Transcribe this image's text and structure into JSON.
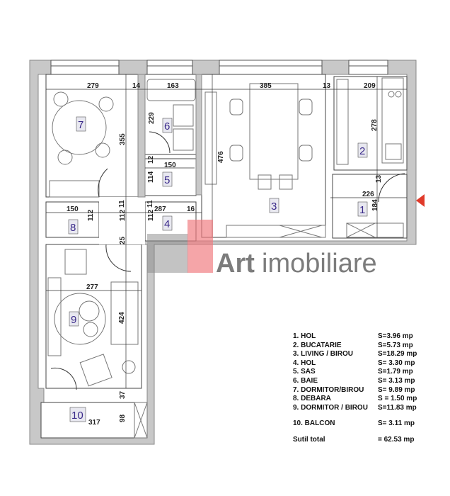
{
  "rooms": [
    {
      "num": "1",
      "name": "HOL",
      "area": "S=3.96 mp"
    },
    {
      "num": "2",
      "name": "BUCATARIE",
      "area": "S=5.73 mp"
    },
    {
      "num": "3",
      "name": "LIVING / BIROU",
      "area": "S=18.29 mp"
    },
    {
      "num": "4",
      "name": "HOL",
      "area": "S= 3.30 mp"
    },
    {
      "num": "5",
      "name": "SAS",
      "area": "S=1.79 mp"
    },
    {
      "num": "6",
      "name": "BAIE",
      "area": "S= 3.13 mp"
    },
    {
      "num": "7",
      "name": "DORMITOR/BIROU",
      "area": "S= 9.89 mp"
    },
    {
      "num": "8",
      "name": "DEBARA",
      "area": "S = 1.50 mp"
    },
    {
      "num": "9",
      "name": "DORMITOR / BIROU",
      "area": "S=11.83 mp"
    },
    {
      "num": "10",
      "name": "BALCON",
      "area": "S= 3.11 mp"
    }
  ],
  "legend": {
    "items": [
      "1. HOL",
      "2. BUCATARIE",
      "3. LIVING / BIROU",
      "4. HOL",
      "5. SAS",
      "6. BAIE",
      "7. DORMITOR/BIROU",
      "8. DEBARA",
      "9. DORMITOR / BIROU"
    ],
    "areas": [
      "S=3.96 mp",
      "S=5.73 mp",
      "S=18.29 mp",
      "S= 3.30 mp",
      "S=1.79 mp",
      "S= 3.13 mp",
      "S= 9.89 mp",
      "S = 1.50 mp",
      "S=11.83 mp"
    ],
    "balcony": "10. BALCON",
    "balcony_area": "S= 3.11 mp",
    "total_label": "Sutil total",
    "total": "= 62.53 mp"
  },
  "dimensions": {
    "d279": "279",
    "d14": "14",
    "d163": "163",
    "d385": "385",
    "d13a": "13",
    "d209": "209",
    "d229": "229",
    "d355": "355",
    "d476": "476",
    "d278": "278",
    "d12": "12",
    "d150a": "150",
    "d114": "114",
    "d226": "226",
    "d13b": "13",
    "d184": "184",
    "d11a": "11",
    "d11b": "11",
    "d287": "287",
    "d16": "16",
    "d150b": "150",
    "d112a": "112",
    "d112b": "112",
    "d112c": "112",
    "d25": "25",
    "d277": "277",
    "d424": "424",
    "d37": "37",
    "d98": "98",
    "d317": "317"
  },
  "logo": {
    "brand": "Art",
    "suffix": "imobiliare",
    "accent": "#f07a80"
  },
  "colors": {
    "wall": "#c8c8c8",
    "entrance_marker": "#e03a2a",
    "label": "#3a2a8a"
  }
}
